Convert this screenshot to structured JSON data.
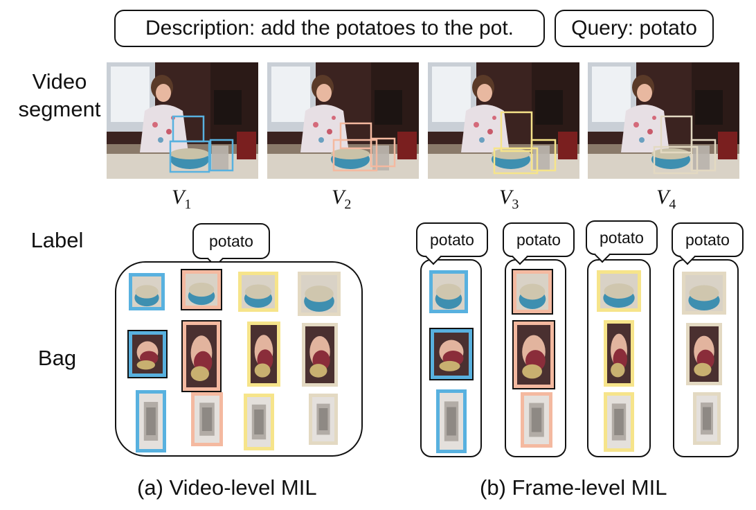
{
  "header": {
    "description": "Description: add the potatoes to the pot.",
    "query": "Query: potato"
  },
  "row_labels": {
    "video_line1": "Video",
    "video_line2": "segment",
    "label": "Label",
    "bag": "Bag"
  },
  "segments": [
    {
      "letter": "V",
      "sub": "1",
      "color": "#58b1df"
    },
    {
      "letter": "V",
      "sub": "2",
      "color": "#f4b9a0"
    },
    {
      "letter": "V",
      "sub": "3",
      "color": "#f6e48a"
    },
    {
      "letter": "V",
      "sub": "4",
      "color": "#e3d9c2"
    }
  ],
  "label_text": "potato",
  "captions": {
    "video_level": "(a) Video-level MIL",
    "frame_level": "(b) Frame-level MIL"
  }
}
